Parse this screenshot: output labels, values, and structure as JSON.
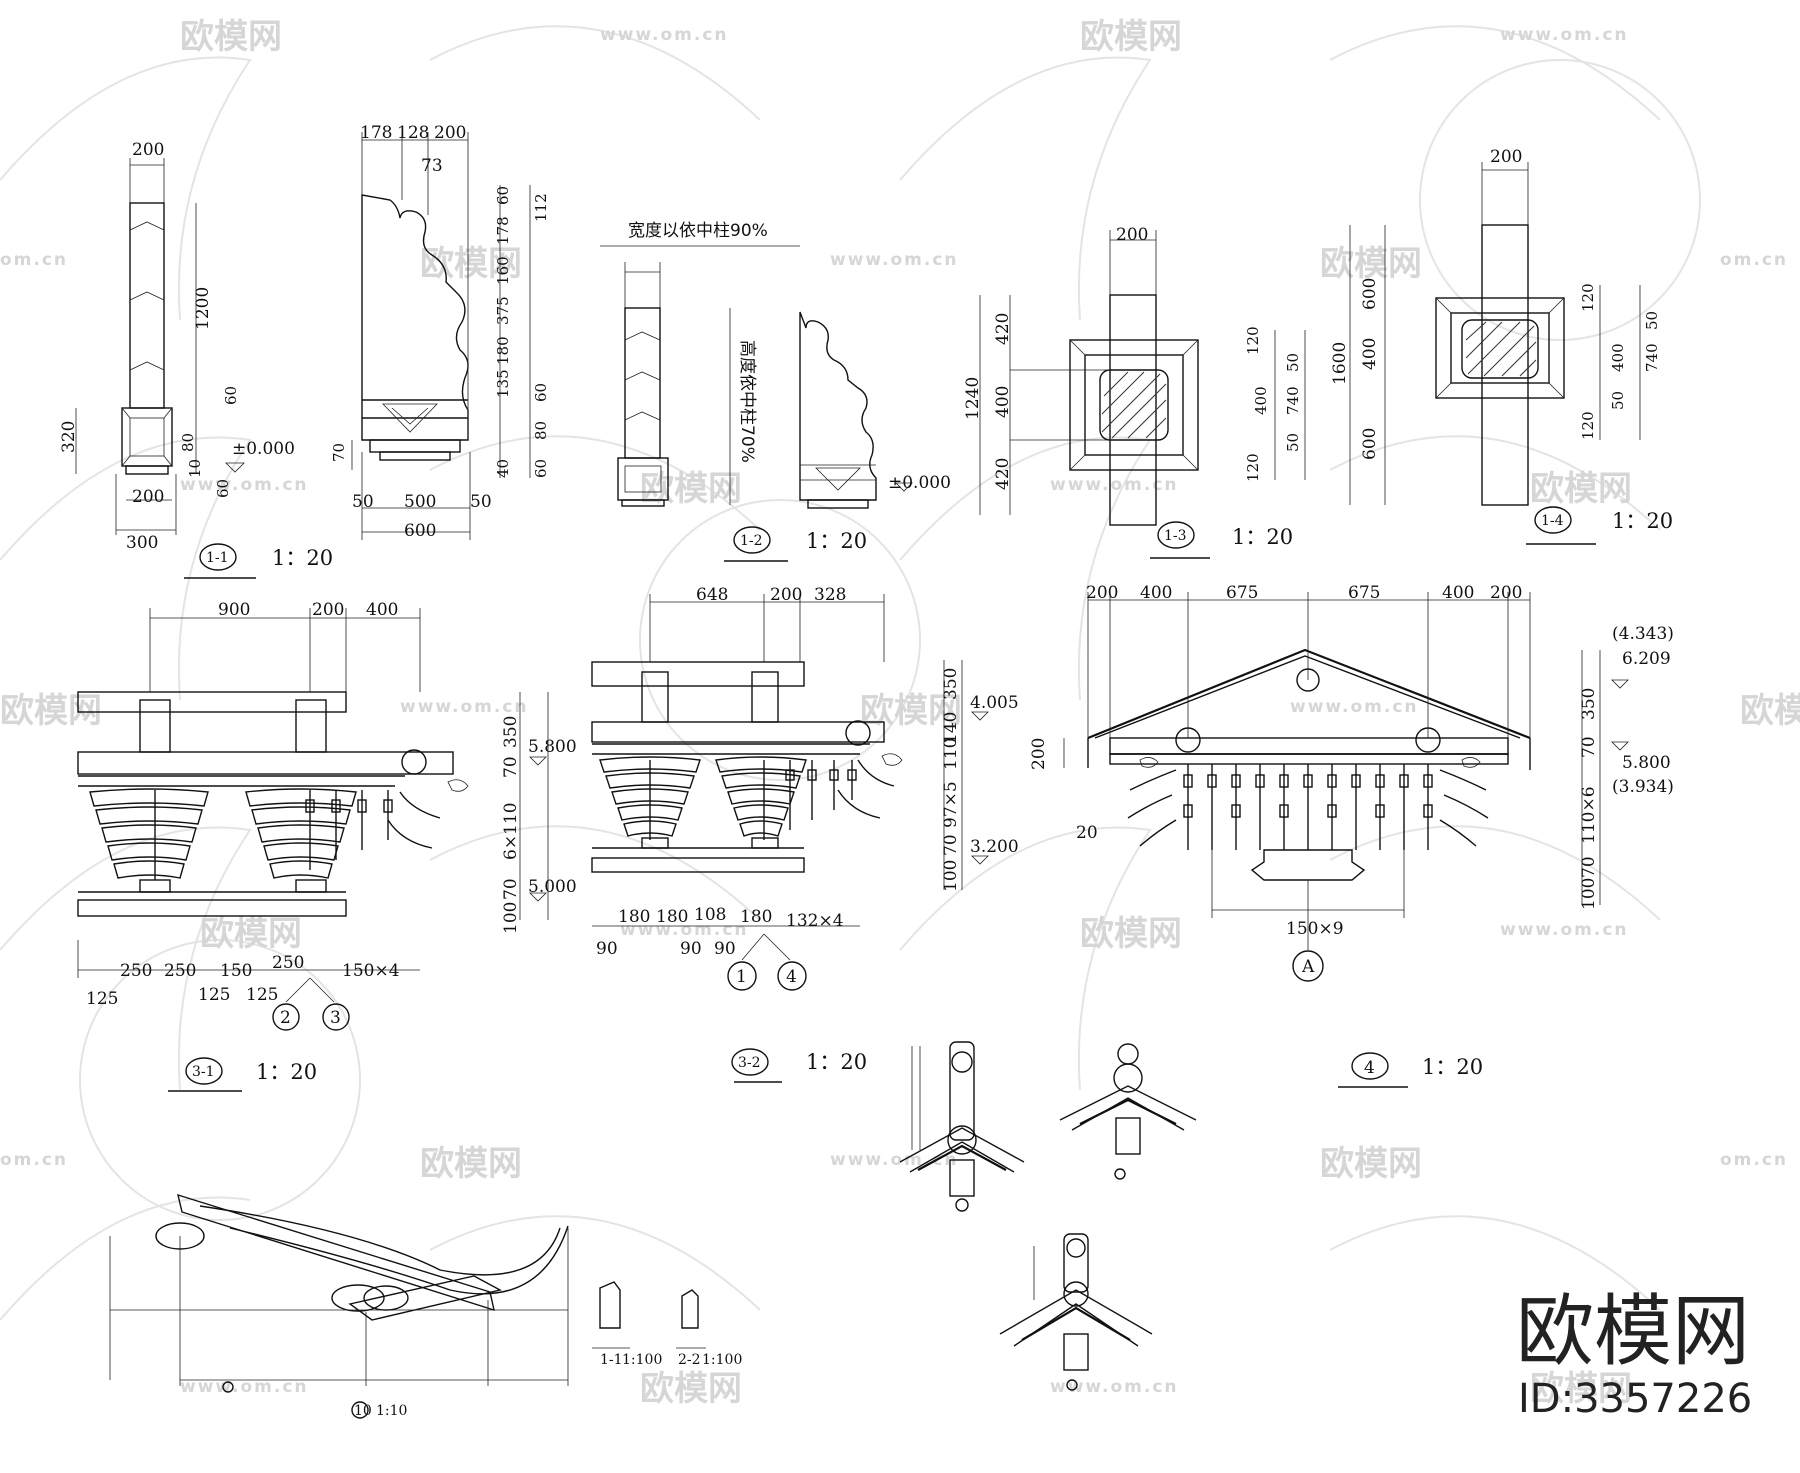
{
  "watermark": {
    "logo_text": "欧模网",
    "url_text": "www.om.cn",
    "url_short": "om.cn"
  },
  "brand": {
    "name": "欧模网",
    "id": "ID:3357226"
  },
  "drawings": {
    "d11": {
      "tag": "1-1",
      "scale": "1：20",
      "dims": [
        "200",
        "1200",
        "320",
        "60",
        "80",
        "10",
        "60",
        "±0.000",
        "200",
        "300"
      ]
    },
    "d11b": {
      "dims": [
        "178",
        "128",
        "200",
        "73",
        "60",
        "112",
        "178",
        "160",
        "375",
        "180",
        "135",
        "60",
        "80",
        "70",
        "40",
        "60",
        "50",
        "500",
        "50",
        "600"
      ]
    },
    "d12": {
      "tag": "1-2",
      "scale": "1：20",
      "note_width": "宽度以依中柱90%",
      "note_height": "高度依中柱70%",
      "level": "±0.000"
    },
    "d13": {
      "tag": "1-3",
      "scale": "1：20",
      "dims": [
        "200",
        "1240",
        "420",
        "400",
        "420",
        "120",
        "50",
        "400",
        "740",
        "50",
        "120"
      ]
    },
    "d14": {
      "tag": "1-4",
      "scale": "1：20",
      "dims": [
        "200",
        "1600",
        "600",
        "400",
        "600",
        "120",
        "50",
        "400",
        "740",
        "50",
        "120"
      ]
    },
    "d31": {
      "tag": "3-1",
      "scale": "1：20",
      "top_dims": [
        "900",
        "200",
        "400"
      ],
      "side_dims": [
        "350",
        "70",
        "6×110",
        "70",
        "100"
      ],
      "levels": [
        "5.800",
        "5.000"
      ],
      "bottom_dims": [
        "125",
        "250",
        "250",
        "125",
        "150",
        "125",
        "250",
        "150×4"
      ],
      "axes": [
        "2",
        "3"
      ]
    },
    "d32": {
      "tag": "3-2",
      "scale": "1：20",
      "top_dims": [
        "648",
        "200",
        "328"
      ],
      "side_dims": [
        "350",
        "140",
        "110",
        "97×5",
        "70",
        "100"
      ],
      "levels": [
        "4.005",
        "3.200"
      ],
      "bottom_dims": [
        "180",
        "180",
        "108",
        "180",
        "132×4",
        "90",
        "90",
        "90"
      ],
      "axes": [
        "1",
        "4"
      ]
    },
    "d4": {
      "tag": "4",
      "scale": "1：20",
      "top_dims": [
        "200",
        "400",
        "675",
        "675",
        "400",
        "200"
      ],
      "side_dims": [
        "200",
        "20",
        "350",
        "70",
        "110×6",
        "70",
        "100"
      ],
      "levels": [
        "(4.343)",
        "6.209",
        "5.800",
        "(3.934)"
      ],
      "bottom_dim": "150×9",
      "axis": "A"
    },
    "d10": {
      "tag": "10",
      "scale": "1:10",
      "sections": [
        "1-1",
        "2-2"
      ],
      "section_scale": "1:100"
    }
  }
}
